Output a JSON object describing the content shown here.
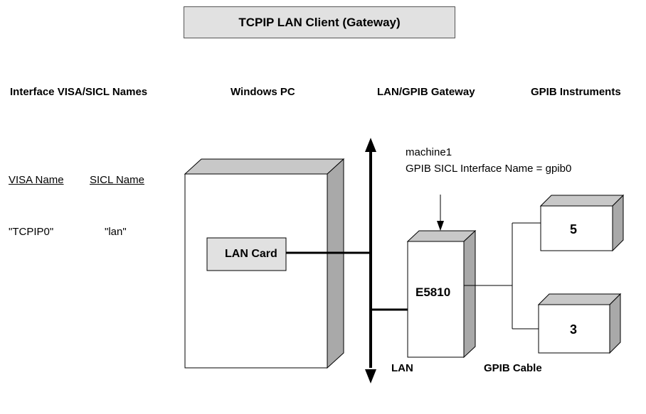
{
  "title": "TCPIP LAN Client  (Gateway)",
  "columns": {
    "interface_names": "Interface VISA/SICL Names",
    "windows_pc": "Windows PC",
    "gateway": "LAN/GPIB Gateway",
    "instruments": "GPIB Instruments"
  },
  "names_table": {
    "visa_header": "VISA Name",
    "sicl_header": "SICL Name",
    "visa_value": "\"TCPIP0\"",
    "sicl_value": "\"lan\""
  },
  "pc": {
    "lan_card_label": "LAN Card"
  },
  "gateway_device": {
    "machine_name": "machine1",
    "sicl_interface": "GPIB SICL Interface Name =  gpib0",
    "model": "E5810"
  },
  "instruments": [
    {
      "address": "5"
    },
    {
      "address": "3"
    }
  ],
  "labels": {
    "lan": "LAN",
    "gpib_cable": "GPIB Cable"
  },
  "colors": {
    "box_fill": "#e1e1e1",
    "side_fill": "#a9a9a9",
    "top_fill": "#c8c8c8",
    "stroke": "#000000"
  }
}
